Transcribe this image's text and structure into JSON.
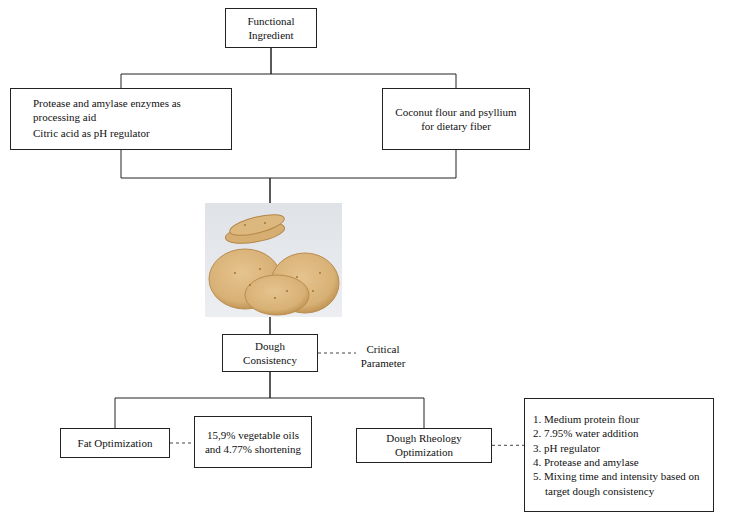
{
  "diagram": {
    "nodes": [
      {
        "text": [
          "Functional Ingredient"
        ]
      },
      {
        "text": [
          "Protease and amylase enzymes as processing aid",
          "Citric acid as pH regulator"
        ]
      },
      {
        "text": [
          "Coconut flour and psyllium for dietary fiber"
        ]
      },
      {
        "text": [
          "Dough Consistency"
        ]
      },
      {
        "text": [
          "Fat Optimization"
        ]
      },
      {
        "text": [
          "15,9% vegetable oils and 4.77% shortening"
        ]
      },
      {
        "text": [
          "Dough Rheology Optimization"
        ]
      },
      {
        "text": [
          "1. Medium protein flour",
          "2. 7.95% water addition",
          "3. pH regulator",
          "4. Protease and amylase",
          "5. Mixing time and intensity based on target dough consistency"
        ]
      }
    ],
    "edges": [
      {
        "from": 0,
        "to": 1,
        "arrow": "none"
      },
      {
        "from": 0,
        "to": 2,
        "arrow": "none"
      },
      {
        "from": 1,
        "to": 3,
        "arrow": "none"
      },
      {
        "from": 2,
        "to": 3,
        "arrow": "none"
      },
      {
        "from": 3,
        "to": 4,
        "arrow": "none"
      },
      {
        "from": 3,
        "to": 6,
        "arrow": "none"
      },
      {
        "from": 4,
        "to": 5,
        "arrow": "none"
      },
      {
        "from": 6,
        "to": 7,
        "arrow": "none"
      }
    ],
    "labels": [
      "Critical Parameter"
    ]
  }
}
